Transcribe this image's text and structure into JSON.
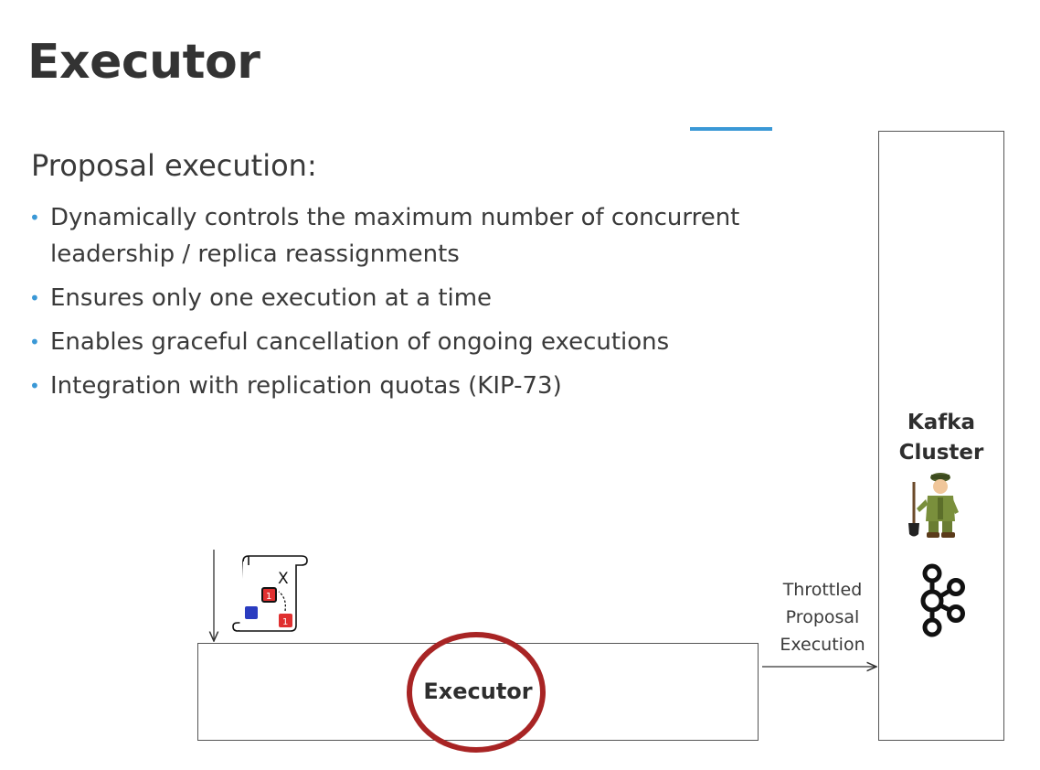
{
  "slide": {
    "title": "Executor",
    "heading": "Proposal execution:",
    "bullets": [
      "Dynamically controls the maximum number of concurrent leadership / replica reassignments",
      "Ensures only one execution at a time",
      "Enables graceful cancellation of ongoing executions",
      "Integration with replication quotas (KIP-73)"
    ]
  },
  "diagram": {
    "executor_label": "Executor",
    "cluster_label_line1": "Kafka",
    "cluster_label_line2": "Cluster",
    "arrow_label_line1": "Throttled",
    "arrow_label_line2": "Proposal",
    "arrow_label_line3": "Execution",
    "proposal_icon": "proposal-scroll-icon",
    "proposal_mark": "X",
    "replica_number": "1",
    "admin_icon": "soldier-with-shovel-icon",
    "kafka_icon": "kafka-logo-icon"
  },
  "colors": {
    "accent_line": "#3a98d6",
    "bullet_dot": "#3a98d6",
    "highlight_circle": "#a82424",
    "replica_red": "#e03030",
    "replica_blue": "#2a3cc0"
  }
}
